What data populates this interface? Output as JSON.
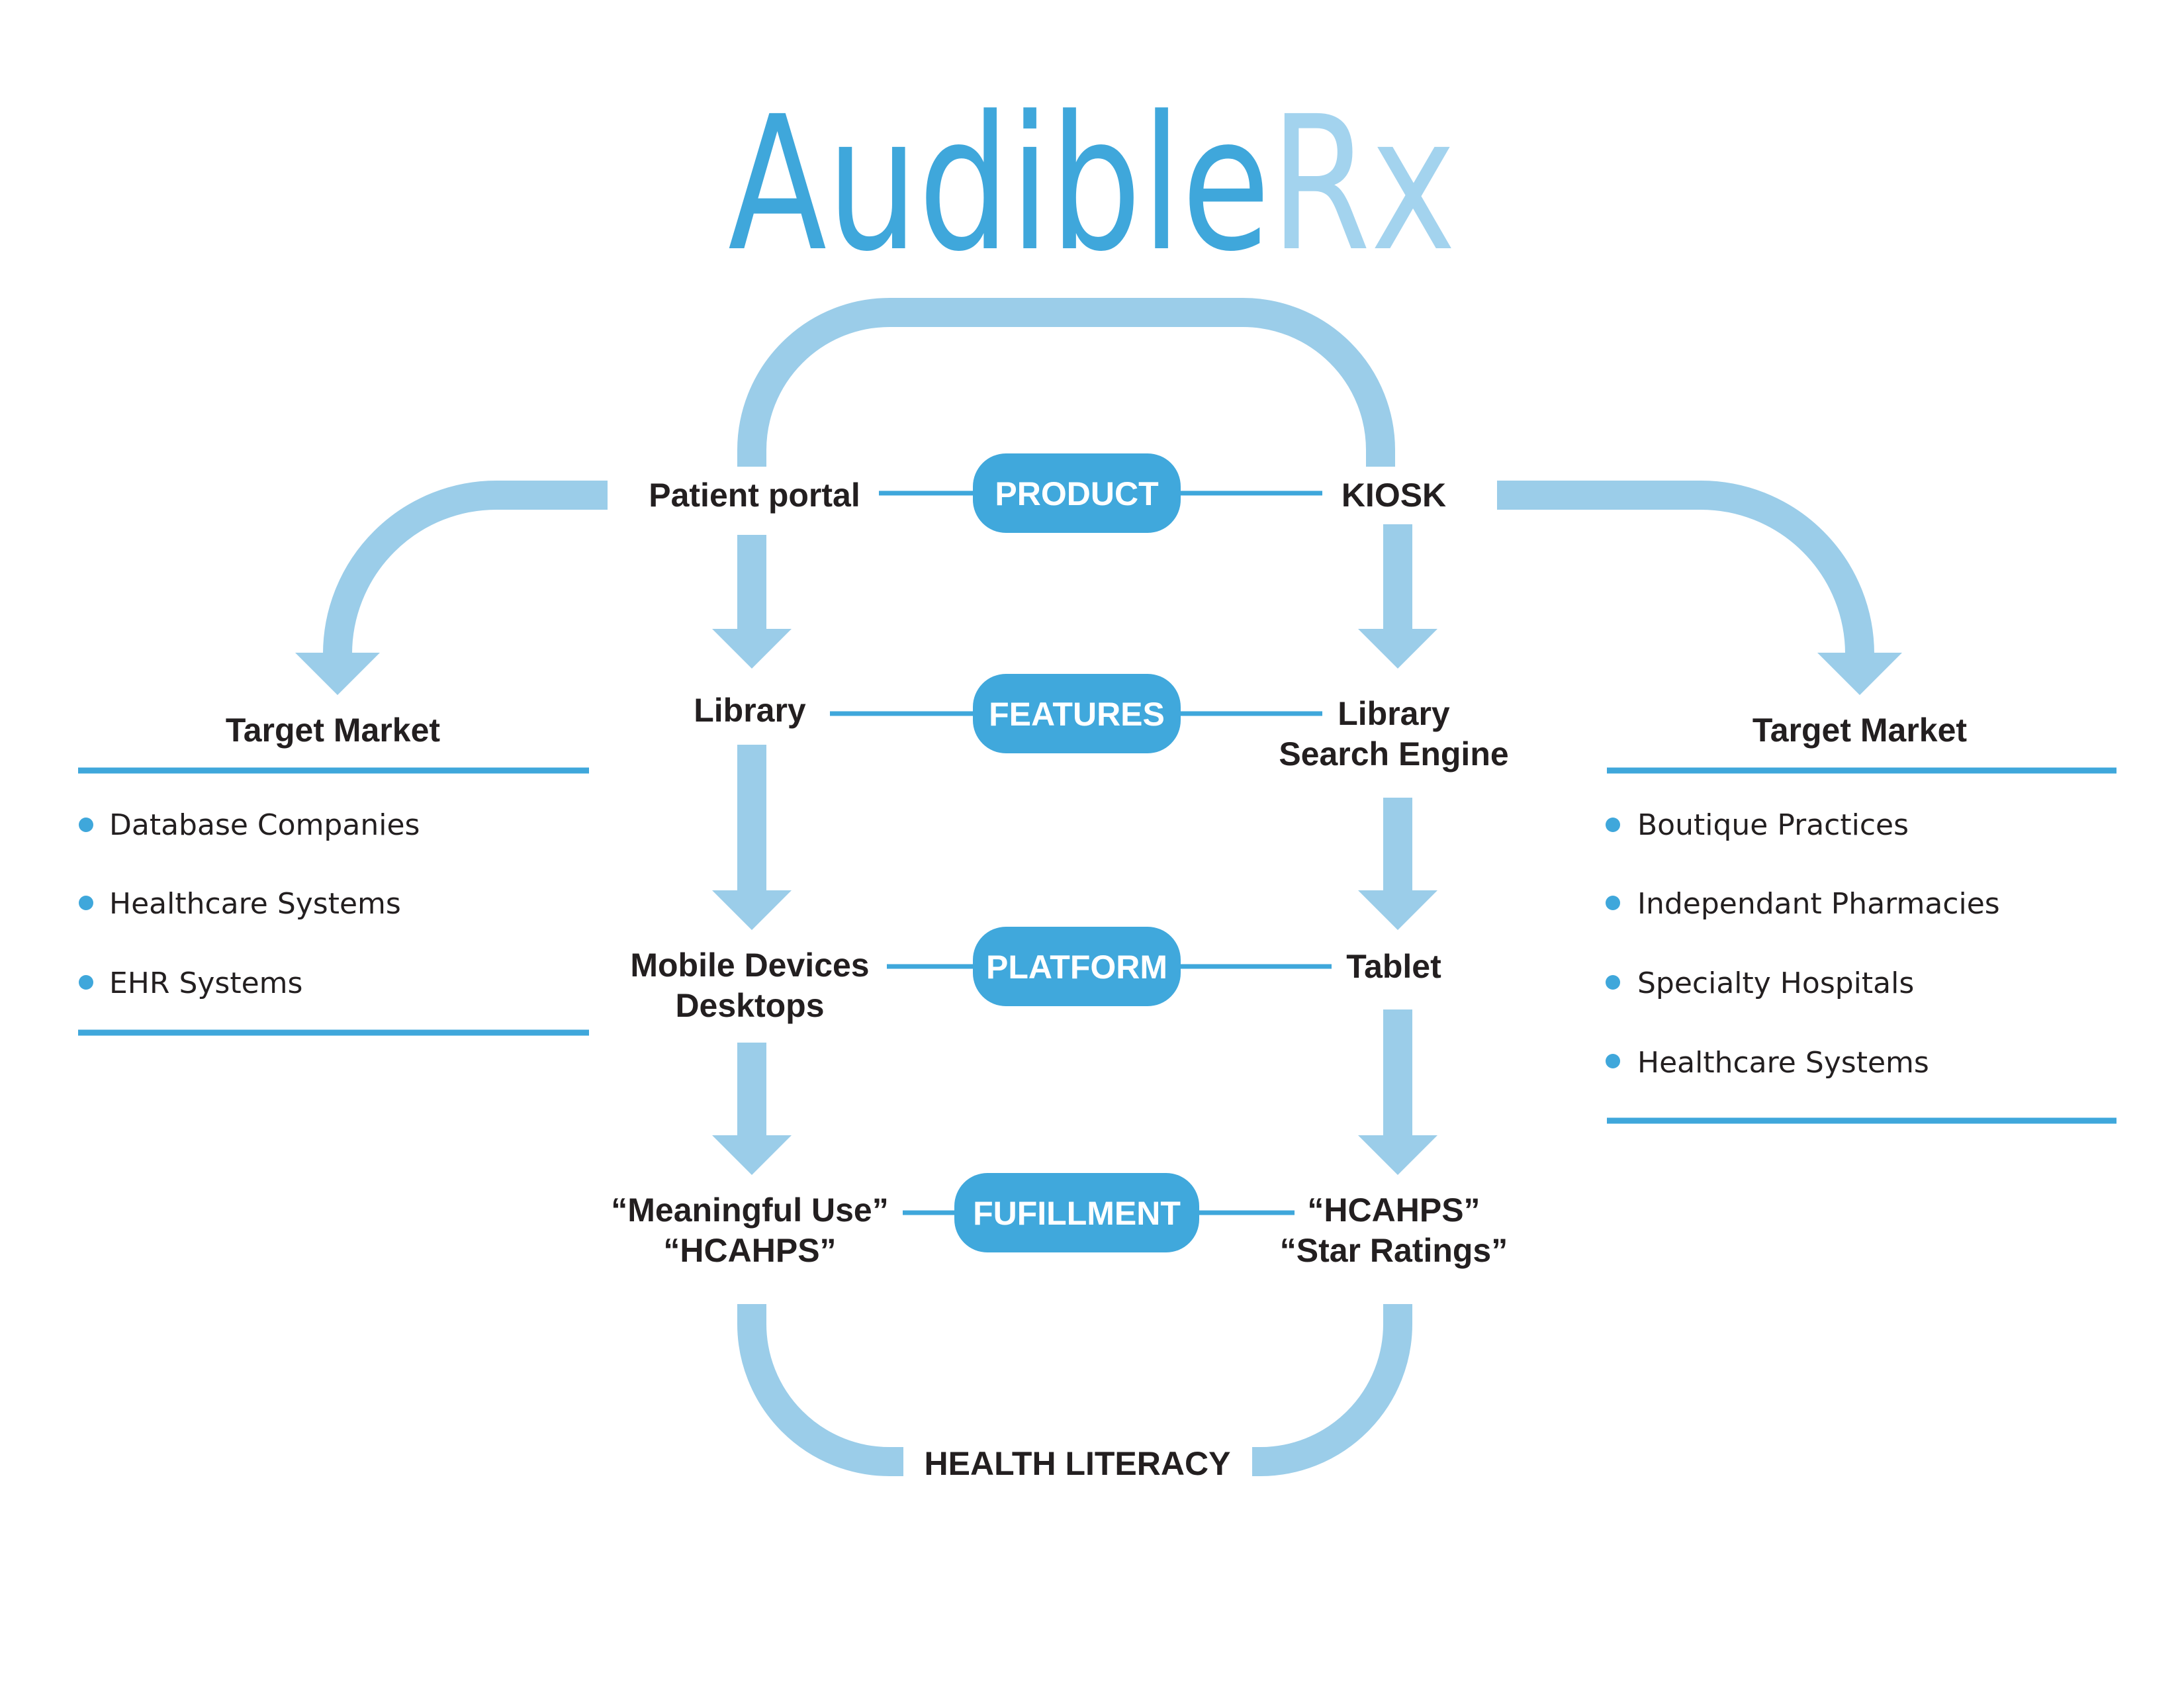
{
  "logo": {
    "part1": "Audible",
    "part2": "Rx"
  },
  "categories": [
    "PRODUCT",
    "FEATURES",
    "PLATFORM",
    "FUFILLMENT"
  ],
  "left_column": {
    "product": "Patient portal",
    "features": "Library",
    "platform": [
      "Mobile Devices",
      "Desktops"
    ],
    "fulfillment": [
      "“Meaningful Use”",
      "“HCAHPS”"
    ]
  },
  "right_column": {
    "product": "KIOSK",
    "features": [
      "Library",
      "Search Engine"
    ],
    "platform": "Tablet",
    "fulfillment": [
      "“HCAHPS”",
      "“Star Ratings”"
    ]
  },
  "bottom_label": "HEALTH LITERACY",
  "left_market": {
    "title": "Target Market",
    "items": [
      "Database Companies",
      "Healthcare Systems",
      "EHR Systems"
    ]
  },
  "right_market": {
    "title": "Target Market",
    "items": [
      "Boutique Practices",
      "Independant Pharmacies",
      "Specialty Hospitals",
      "Healthcare Systems"
    ]
  },
  "colors": {
    "accent": "#3fa7db",
    "flow": "#9bcde9",
    "logo_light": "#a3d3ee",
    "text": "#231f20"
  }
}
